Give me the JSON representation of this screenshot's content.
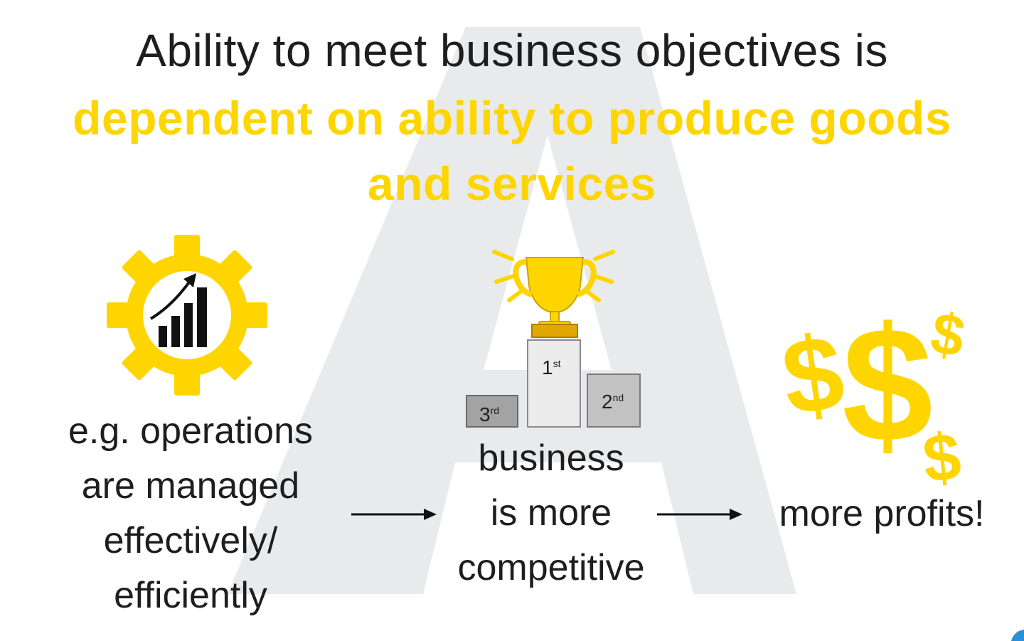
{
  "title": {
    "line1": "Ability to meet business objectives is",
    "line2": "dependent on ability to produce goods",
    "line3": "and services"
  },
  "steps": [
    {
      "icon": "gear-growth-chart-icon",
      "lines": [
        "e.g. operations",
        "are managed",
        "effectively/",
        "efficiently"
      ]
    },
    {
      "icon": "trophy-podium-icon",
      "lines": [
        "business",
        "is more",
        "competitive"
      ]
    },
    {
      "icon": "dollar-signs-icon",
      "lines": [
        "more profits!"
      ]
    }
  ],
  "podium": {
    "first": {
      "num": "1",
      "suffix": "st"
    },
    "second": {
      "num": "2",
      "suffix": "nd"
    },
    "third": {
      "num": "3",
      "suffix": "rd"
    }
  },
  "colors": {
    "accent": "#ffd500",
    "text": "#1e1e1e",
    "watermark": "#e9eaec",
    "podium_light": "#e6e6e6",
    "podium_mid": "#bdbdbd",
    "podium_dark": "#9e9e9e"
  }
}
